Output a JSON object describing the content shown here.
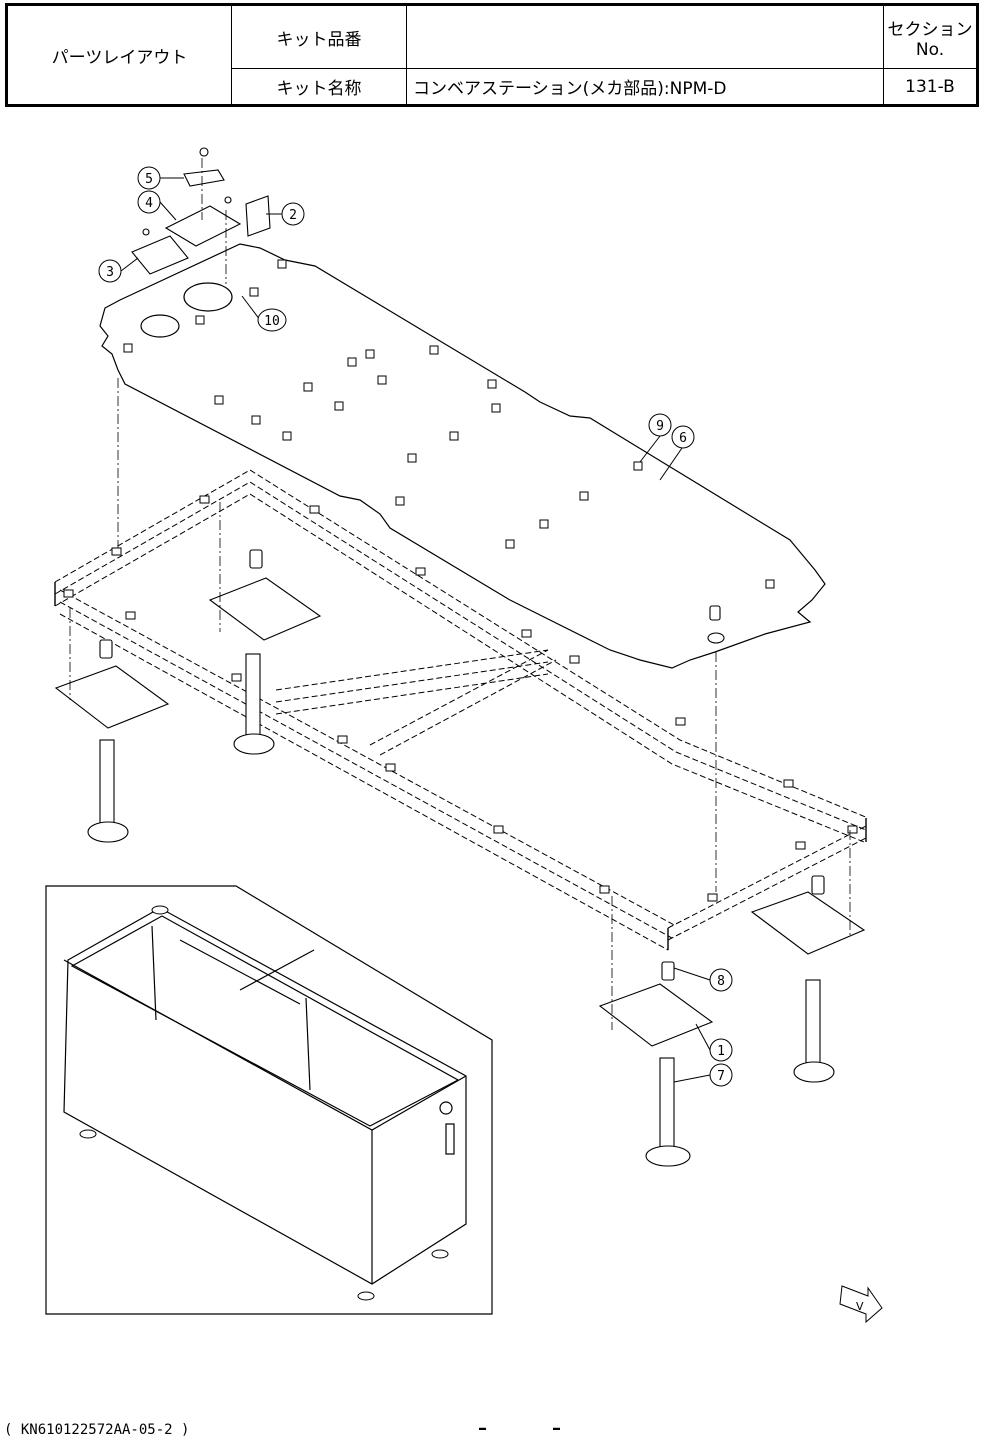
{
  "header": {
    "title": "パーツレイアウト",
    "kit_no_label": "キット品番",
    "kit_no_value": "",
    "kit_name_label": "キット名称",
    "kit_name_value": "コンベアステーション(メカ部品):NPM-D",
    "section_label": "セクションNo.",
    "section_value": "131-B"
  },
  "callouts": {
    "c1": "1",
    "c2": "2",
    "c3": "3",
    "c4": "4",
    "c5": "5",
    "c6": "6",
    "c7": "7",
    "c8": "8",
    "c9": "9",
    "c10": "10"
  },
  "view_label": "V",
  "footer": {
    "doc_code": "( KN610122572AA-05-2 )",
    "page_dash_left": "–",
    "page_dash_right": "–"
  }
}
